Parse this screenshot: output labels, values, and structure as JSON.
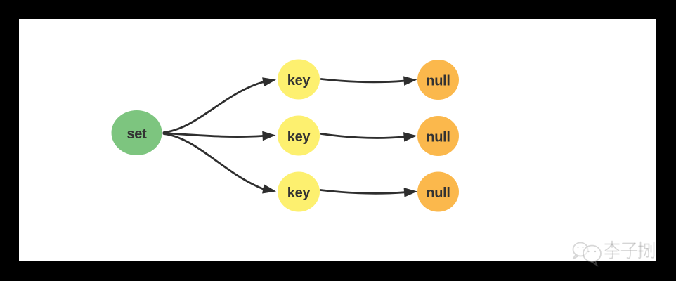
{
  "page": {
    "background_color": "#000000",
    "surface_color": "#ffffff"
  },
  "diagram": {
    "type": "flow",
    "description": "redis set structure: set points to three keys, each key points to null",
    "edge_color": "#2e2e2e",
    "label_color": "#333333",
    "nodes": [
      {
        "id": "set",
        "label": "set",
        "fill": "#7dc57f",
        "shape": "ellipse"
      },
      {
        "id": "key-1",
        "label": "key",
        "fill": "#fdf06f",
        "shape": "ellipse"
      },
      {
        "id": "key-2",
        "label": "key",
        "fill": "#fdf06f",
        "shape": "ellipse"
      },
      {
        "id": "key-3",
        "label": "key",
        "fill": "#fdf06f",
        "shape": "ellipse"
      },
      {
        "id": "null-1",
        "label": "null",
        "fill": "#fbb84c",
        "shape": "ellipse"
      },
      {
        "id": "null-2",
        "label": "null",
        "fill": "#fbb84c",
        "shape": "ellipse"
      },
      {
        "id": "null-3",
        "label": "null",
        "fill": "#fbb84c",
        "shape": "ellipse"
      }
    ],
    "edges": [
      {
        "from": "set",
        "to": "key-1"
      },
      {
        "from": "set",
        "to": "key-2"
      },
      {
        "from": "set",
        "to": "key-3"
      },
      {
        "from": "key-1",
        "to": "null-1"
      },
      {
        "from": "key-2",
        "to": "null-2"
      },
      {
        "from": "key-3",
        "to": "null-3"
      }
    ]
  },
  "watermark": {
    "text": "李子捌",
    "icon": "wechat-logo",
    "color": "#c8c8c8"
  }
}
